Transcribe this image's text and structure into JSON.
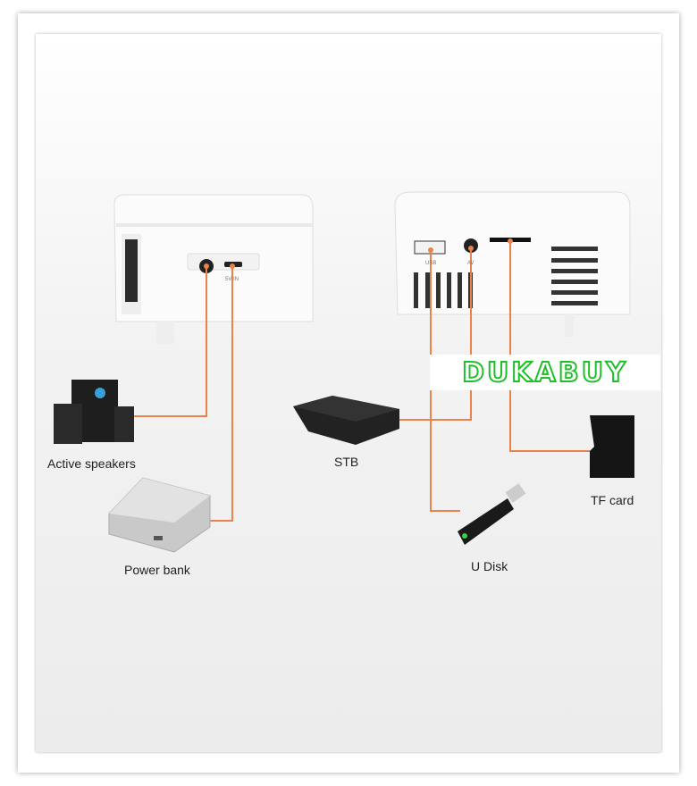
{
  "labels": {
    "speakers": "Active speakers",
    "power_bank": "Power bank",
    "stb": "STB",
    "u_disk": "U Disk",
    "tf_card": "TF card"
  },
  "ports": {
    "usb": "USB",
    "av": "AV",
    "dc_in": "5V IN"
  },
  "watermark": "DUKABUY",
  "colors": {
    "cable": "#e8834a",
    "watermark": "#1fbf2a"
  }
}
